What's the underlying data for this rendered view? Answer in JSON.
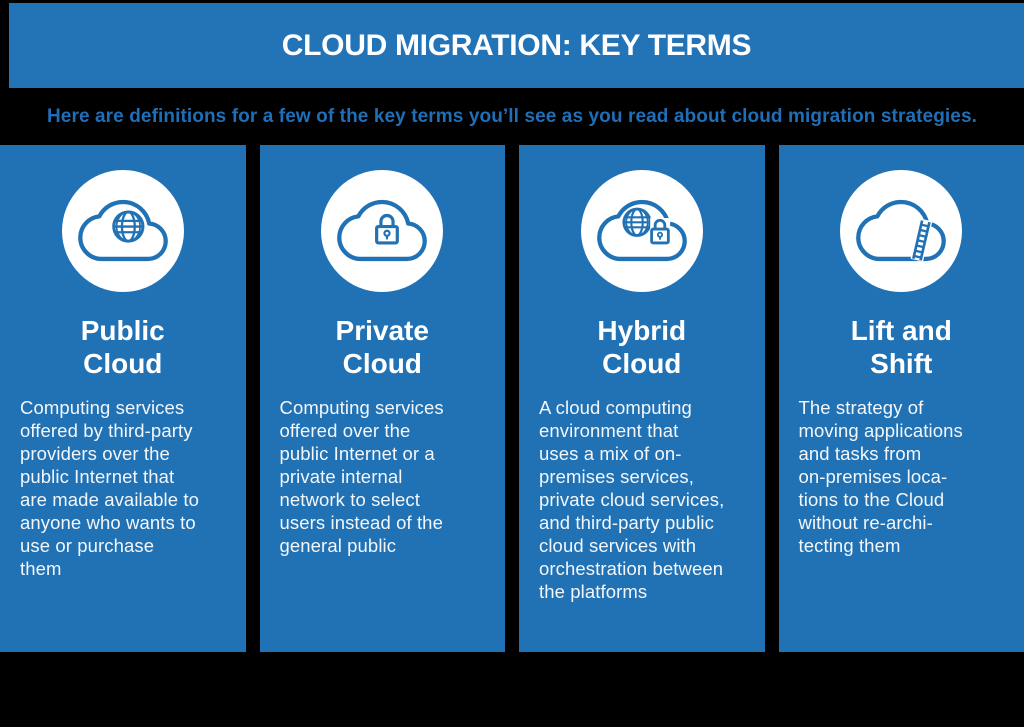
{
  "colors": {
    "background": "#000000",
    "header_bar": "#2373b7",
    "card": "#2171b5",
    "subtitle_text": "#1e6fb8",
    "icon_stroke": "#2171b5",
    "circle_fill": "#ffffff"
  },
  "header": {
    "title": "CLOUD MIGRATION: KEY TERMS"
  },
  "subtitle": "Here are definitions for a few of the key terms you’ll see as you read about cloud migration strategies.",
  "cards": [
    {
      "icon": "public-cloud-globe-icon",
      "heading": "Public\nCloud",
      "body": "Computing services\noffered by third-party\nproviders over the\npublic Internet that\nare made available to\nanyone who wants to\nuse or purchase\nthem"
    },
    {
      "icon": "private-cloud-lock-icon",
      "heading": "Private\nCloud",
      "body": "Computing services\noffered over the\npublic Internet or a\nprivate internal\nnetwork to select\nusers instead of the\ngeneral public"
    },
    {
      "icon": "hybrid-cloud-globe-lock-icon",
      "heading": "Hybrid\nCloud",
      "body": "A cloud computing\nenvironment that\nuses a mix of on-\npremises services,\nprivate cloud services,\nand third-party public\ncloud services with\norchestration between\nthe platforms"
    },
    {
      "icon": "lift-and-shift-cloud-ladder-icon",
      "heading": "Lift and\nShift",
      "body": "The strategy of\nmoving applications\nand tasks from\non-premises loca-\ntions to the Cloud\nwithout re-archi-\ntecting them"
    }
  ]
}
